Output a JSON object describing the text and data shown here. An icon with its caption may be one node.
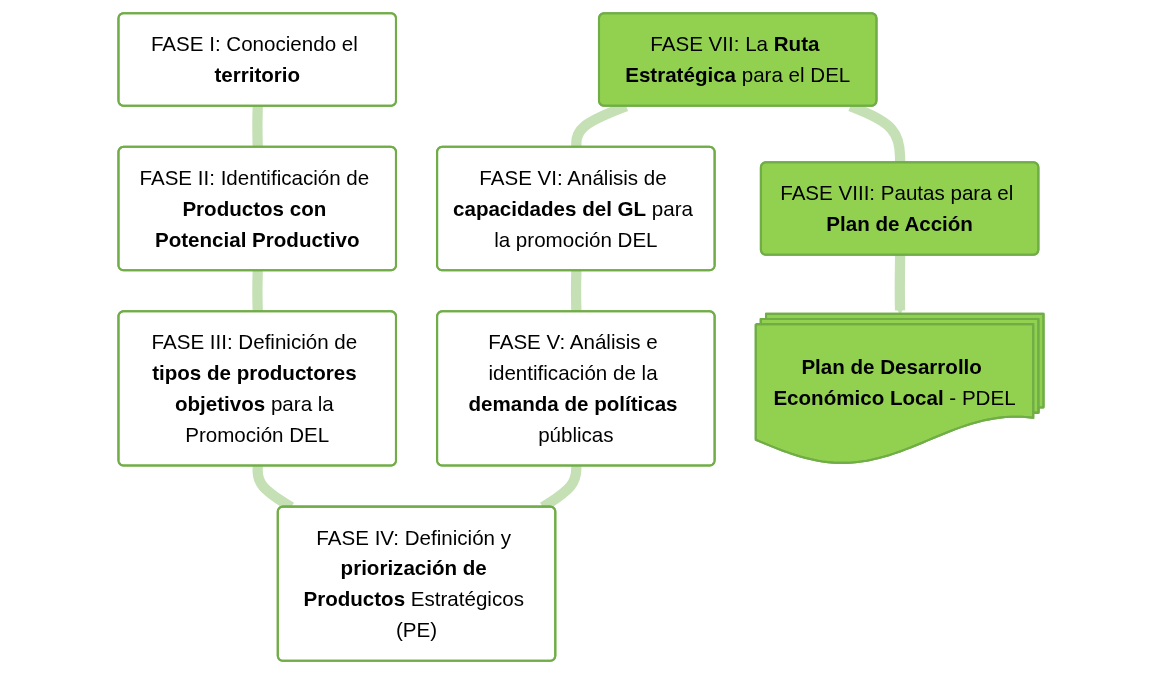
{
  "diagram": {
    "nodes": [
      {
        "text": [
          "FASE I: Conociendo el **territorio**"
        ]
      },
      {
        "text": [
          "FASE II: Identificación de **Productos con Potencial Productivo**"
        ]
      },
      {
        "text": [
          "FASE III: Definición de **tipos de productores objetivos** para la Promoción DEL"
        ]
      },
      {
        "text": [
          "FASE IV: Definición y **priorización de Productos** Estratégicos (PE)"
        ]
      },
      {
        "text": [
          "FASE V: Análisis e identificación de la **demanda de políticas** públicas"
        ]
      },
      {
        "text": [
          "FASE VI: Análisis de **capacidades del GL** para la promoción DEL"
        ]
      },
      {
        "text": [
          "FASE VII: La **Ruta Estratégica** para el DEL"
        ]
      },
      {
        "text": [
          "FASE VIII: Pautas para el **Plan de Acción**"
        ]
      },
      {
        "text": [
          "**Plan de Desarrollo Económico Local** - PDEL"
        ]
      }
    ],
    "edges": [
      {
        "from": 0,
        "to": 1,
        "arrow": "none"
      },
      {
        "from": 1,
        "to": 2,
        "arrow": "none"
      },
      {
        "from": 2,
        "to": 3,
        "arrow": "none"
      },
      {
        "from": 3,
        "to": 4,
        "arrow": "none"
      },
      {
        "from": 4,
        "to": 5,
        "arrow": "none"
      },
      {
        "from": 5,
        "to": 6,
        "arrow": "none"
      },
      {
        "from": 6,
        "to": 7,
        "arrow": "none"
      },
      {
        "from": 7,
        "to": 8,
        "arrow": "to"
      }
    ]
  }
}
